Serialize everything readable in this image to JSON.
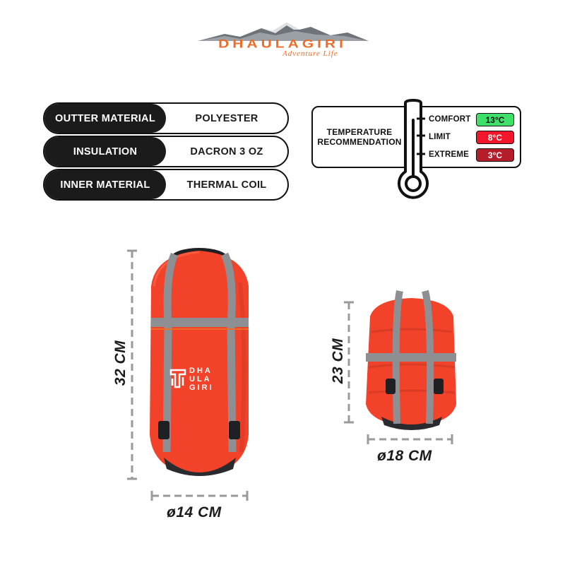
{
  "brand": {
    "name": "DHAULAGIRI",
    "tagline": "Adventure Life",
    "bag_print": [
      "DHA",
      "ULA",
      "GIRI"
    ]
  },
  "specs": [
    {
      "label": "OUTTER MATERIAL",
      "value": "POLYESTER"
    },
    {
      "label": "INSULATION",
      "value": "DACRON 3 OZ"
    },
    {
      "label": "INNER MATERIAL",
      "value": "THERMAL COIL"
    }
  ],
  "temperature": {
    "title": "TEMPERATURE RECOMMENDATION",
    "levels": [
      {
        "label": "COMFORT",
        "value": "13°C",
        "color": "#3fe06a",
        "text_color": "#111111"
      },
      {
        "label": "LIMIT",
        "value": "8°C",
        "color": "#f2162a",
        "text_color": "#ffffff"
      },
      {
        "label": "EXTREME",
        "value": "3°C",
        "color": "#b41e2a",
        "text_color": "#ffffff"
      }
    ]
  },
  "dimensions": {
    "packed_large": {
      "height": "32 CM",
      "diameter": "ø14 CM"
    },
    "packed_compressed": {
      "height": "23 CM",
      "diameter": "ø18 CM"
    }
  },
  "colors": {
    "bag_orange": "#f2432a",
    "strap_gray": "#8d8f93",
    "brand_orange": "#ee6c2a",
    "dark": "#1b1b1b"
  }
}
